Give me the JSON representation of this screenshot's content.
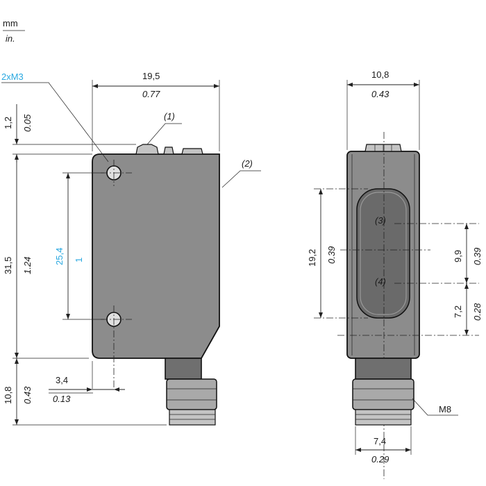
{
  "units": {
    "primary": "mm",
    "secondary": "in."
  },
  "front_view": {
    "mount_label": "2xM3",
    "callout_1": "(1)",
    "callout_2": "(2)",
    "width": {
      "mm": "19,5",
      "in": "0.77"
    },
    "top_offset": {
      "mm": "1,2",
      "in": "0.05"
    },
    "height": {
      "mm": "31,5",
      "in": "1.24"
    },
    "hole_spacing": {
      "mm": "25,4",
      "in": "1"
    },
    "connector_length": {
      "mm": "10,8",
      "in": "0.43"
    },
    "hole_offset": {
      "mm": "3,4",
      "in": "0.13"
    }
  },
  "side_view": {
    "width": {
      "mm": "10,8",
      "in": "0.43"
    },
    "window_height": {
      "mm": "19,2",
      "in": "0.39"
    },
    "callout_3": "(3)",
    "callout_4": "(4)",
    "upper_spacing": {
      "mm": "9,9",
      "in": "0.39"
    },
    "lower_spacing": {
      "mm": "7,2",
      "in": "0.28"
    },
    "thread_label": "M8",
    "connector_width": {
      "mm": "7,4",
      "in": "0.29"
    }
  },
  "colors": {
    "accent": "#29a8e0",
    "body": "#8c8c8c",
    "line": "#222222"
  }
}
